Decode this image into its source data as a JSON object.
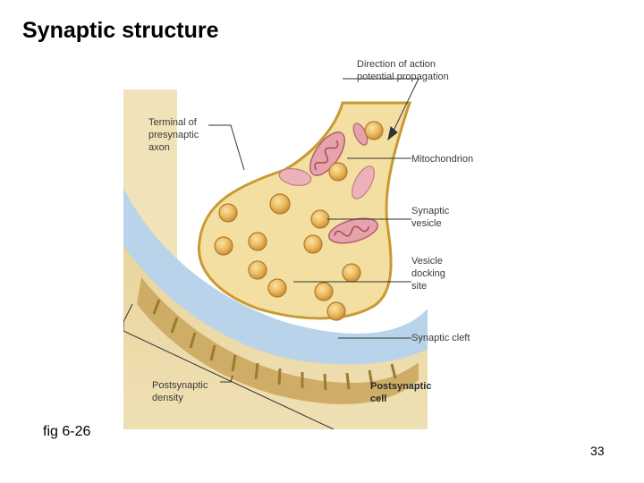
{
  "slide": {
    "title": "Synaptic structure",
    "figure_ref": "fig 6-26",
    "page_number": "33"
  },
  "diagram": {
    "labels": {
      "propagation": [
        "Direction of action",
        "potential propagation"
      ],
      "terminal": [
        "Terminal of",
        "presynaptic",
        "axon"
      ],
      "mitochondrion": [
        "Mitochondrion"
      ],
      "vesicle": [
        "Synaptic",
        "vesicle"
      ],
      "docking": [
        "Vesicle",
        "docking",
        "site"
      ],
      "cleft": [
        "Synaptic cleft"
      ],
      "density": [
        "Postsynaptic",
        "density"
      ],
      "post_cell": [
        "Postsynaptic",
        "cell"
      ]
    },
    "colors": {
      "terminal_fill": "#f3dfa2",
      "terminal_edge": "#c99a32",
      "cleft_blue": "#b9d3ea",
      "post_cell_fill": "#e8cf8e",
      "mito_fill": "#e7a3ab",
      "vesicle_fill": "#e6b65c"
    }
  }
}
